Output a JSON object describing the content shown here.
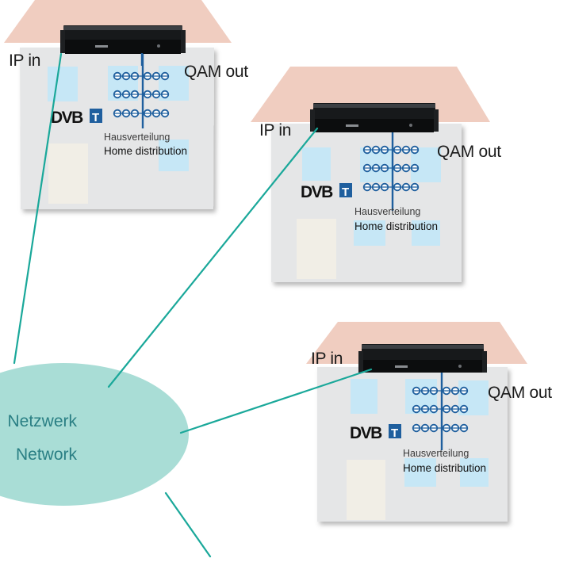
{
  "network": {
    "label_de": "Netzwerk",
    "label_en": "Network"
  },
  "buildings": [
    {
      "ip_in": "IP in",
      "qam_out": "QAM out",
      "dvbt": "DVB T",
      "dist_de": "Hausverteilung",
      "dist_en": "Home distribution"
    },
    {
      "ip_in": "IP in",
      "qam_out": "QAM out",
      "dvbt": "DVB T",
      "dist_de": "Hausverteilung",
      "dist_en": "Home distribution"
    },
    {
      "ip_in": "IP in",
      "qam_out": "QAM out",
      "dvbt": "DVB T",
      "dist_de": "Hausverteilung",
      "dist_en": "Home distribution"
    }
  ],
  "colors": {
    "roof": "#f0cdc0",
    "wall": "#e5e6e7",
    "window": "#c6e7f6",
    "door": "#f1eee6",
    "cable": "#1aa89a",
    "network_fill": "#a9ddd6",
    "distribution_line": "#1f5f9e"
  }
}
